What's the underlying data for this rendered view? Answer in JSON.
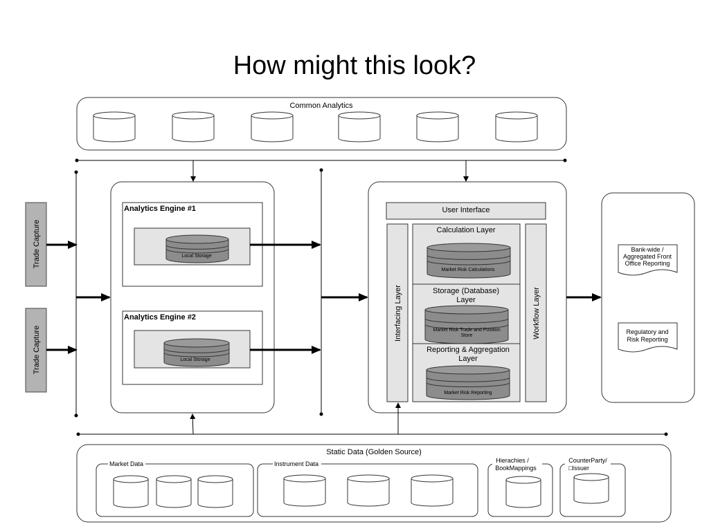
{
  "title": "How might this look?",
  "common_analytics": {
    "label": "Common Analytics",
    "db_count": 6
  },
  "trade_capture": [
    "Trade Capture",
    "Trade Capture"
  ],
  "engines": [
    {
      "label": "Analytics Engine #1",
      "storage": "Local Storage"
    },
    {
      "label": "Analytics Engine #2",
      "storage": "Local Storage"
    }
  ],
  "platform": {
    "user_interface": "User Interface",
    "interfacing_layer": "Interfacing Layer",
    "workflow_layer": "Workflow Layer",
    "calculation_layer": {
      "label": "Calculation Layer",
      "db": "Market Risk Calculations"
    },
    "storage_layer": {
      "label_line1": "Storage (Database)",
      "label_line2": "Layer",
      "db": "Market Risk Trade and Position Store"
    },
    "reporting_layer": {
      "label_line1": "Reporting & Aggregation",
      "label_line2": "Layer",
      "db": "Market Risk Reporting"
    }
  },
  "reports": [
    {
      "line1": "Bank-wide /",
      "line2": "Aggregated Front",
      "line3": "Office Reporting"
    },
    {
      "line1": "Regulatory and",
      "line2": "Risk Reporting"
    }
  ],
  "static_data": {
    "label": "Static Data (Golden Source)",
    "groups": [
      {
        "label": "Market Data",
        "db_count": 3
      },
      {
        "label": "Instrument Data",
        "db_count": 3
      },
      {
        "label_line1": "Hierachies /",
        "label_line2": "BookMappings",
        "db_count": 1
      },
      {
        "label_line1": "CounterParty/",
        "label_line2": "□Issuer",
        "db_count": 1
      }
    ]
  }
}
